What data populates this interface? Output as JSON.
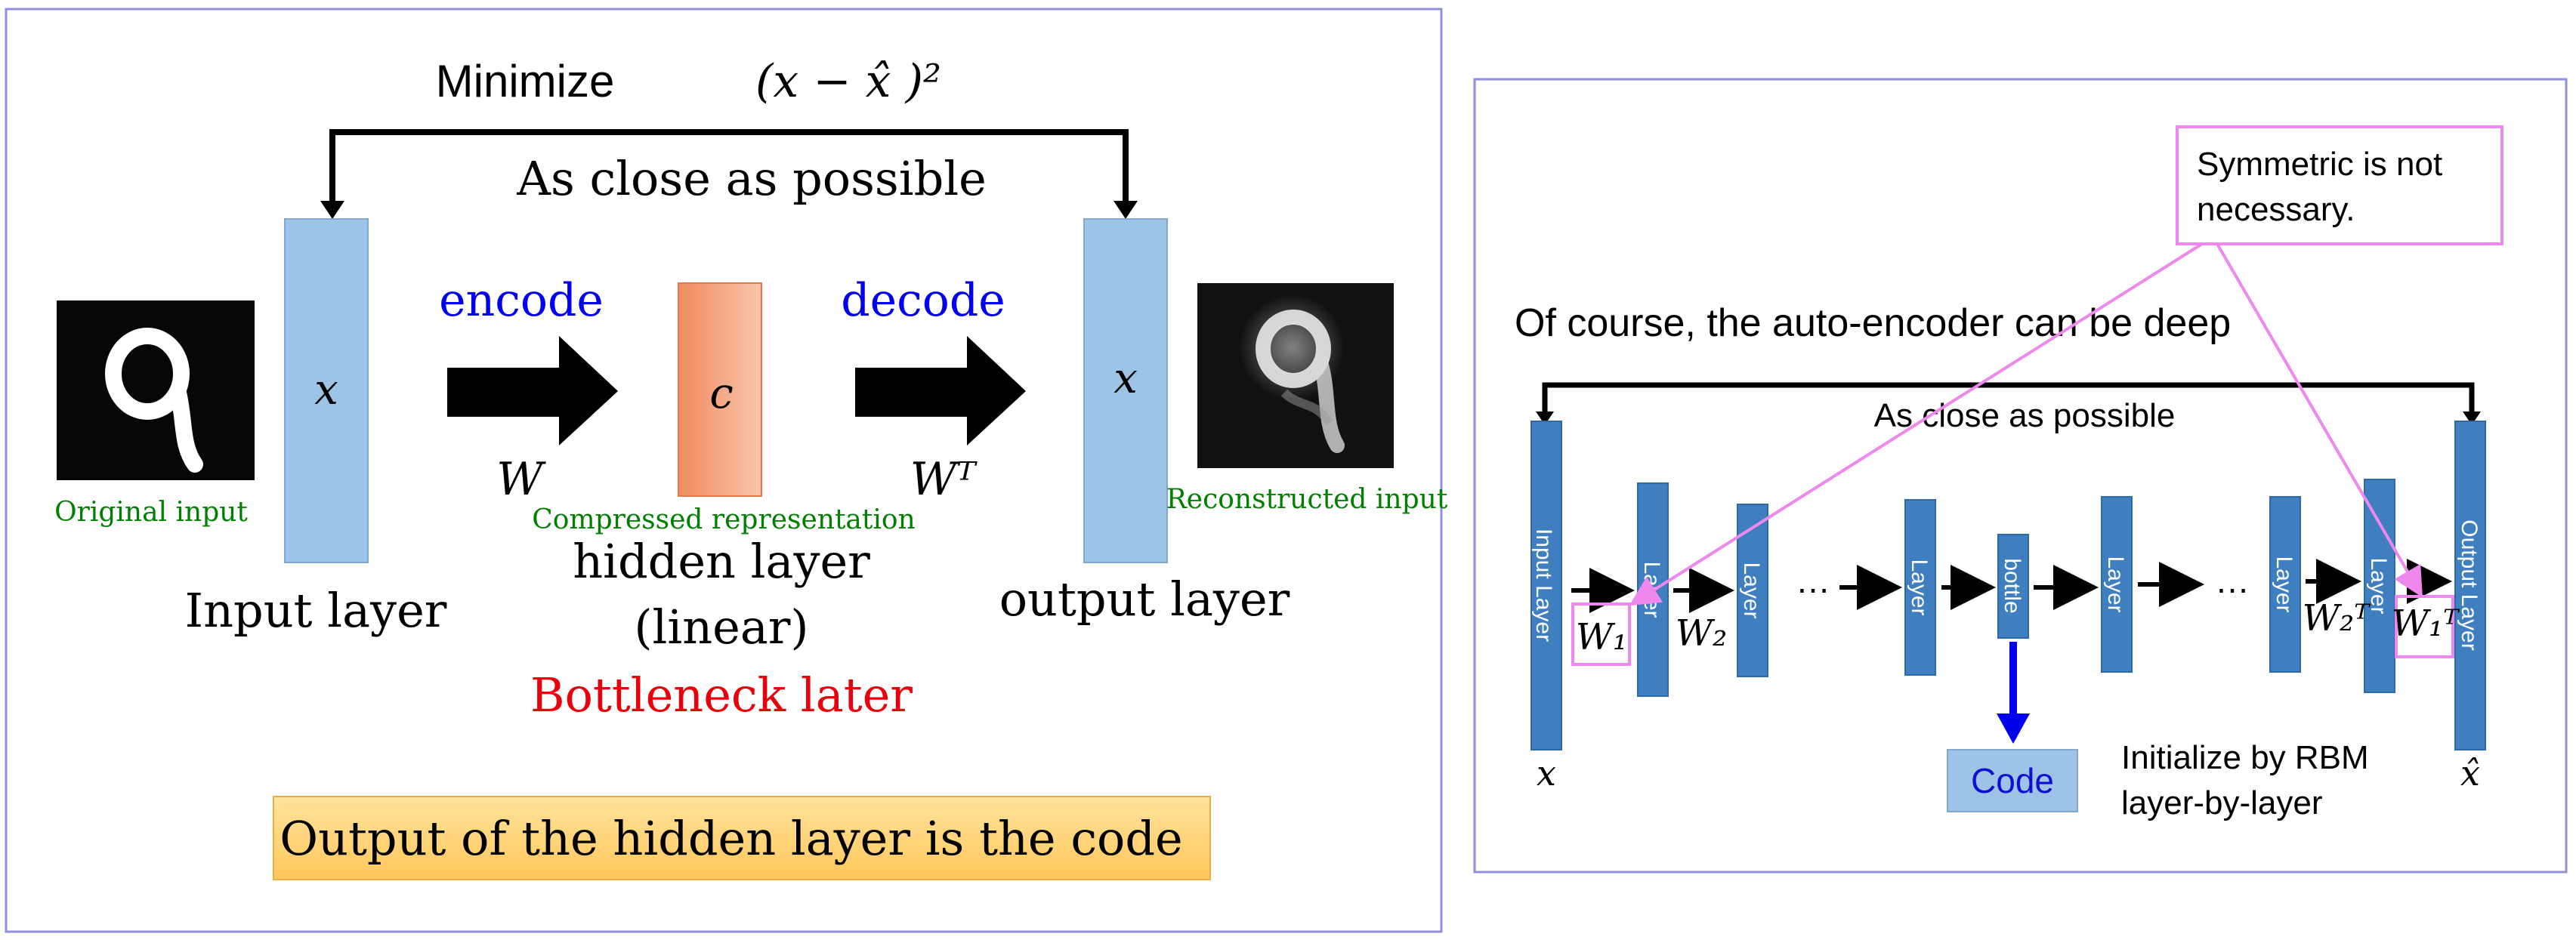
{
  "left_panel": {
    "minimize_label": "Minimize",
    "minimize_expr": "(x − x̂ )²",
    "as_close_label": "As close as possible",
    "input_var": "x",
    "code_var": "c",
    "output_var": "x",
    "encode_label": "encode",
    "decode_label": "decode",
    "w_label": "W",
    "wt_label": "Wᵀ",
    "original_input_label": "Original input",
    "reconstructed_input_label": "Reconstructed input",
    "compressed_label": "Compressed representation",
    "input_layer_label": "Input layer",
    "hidden_layer_label": "hidden layer",
    "linear_label": "(linear)",
    "bottleneck_label": "Bottleneck later",
    "output_layer_label": "output layer",
    "code_banner": "Output of the hidden layer is the code",
    "colors": {
      "encode_blue": "#0000ee",
      "bottleneck_red": "#e8000a",
      "caption_green": "#008000",
      "layer_blue": "#9dc3e6",
      "hidden_orange": "#f4a583",
      "banner_fill": "#ffd27a",
      "frame": "#8f8fdd"
    }
  },
  "right_panel": {
    "note_text_1": "Symmetric is not",
    "note_text_2": "necessary.",
    "deep_title": "Of course, the auto-encoder can be deep",
    "as_close_label": "As close as possible",
    "input_layer_label": "Input Layer",
    "output_layer_label": "Output Layer",
    "layer_label": "Layer",
    "bottle_label": "bottle",
    "ellipsis": "…",
    "w1": "W₁",
    "w2": "W₂",
    "w2t": "W₂ᵀ",
    "w1t": "W₁ᵀ",
    "x_label": "x",
    "xhat_label": "x̂",
    "code_label": "Code",
    "init_line_1": "Initialize by RBM",
    "init_line_2": "layer-by-layer",
    "colors": {
      "layer_blue": "#3f7fc0",
      "pink": "#ee88ee",
      "code_box": "#9dc3e6",
      "code_text": "#1010d0",
      "arrow_blue": "#0000ee"
    }
  }
}
